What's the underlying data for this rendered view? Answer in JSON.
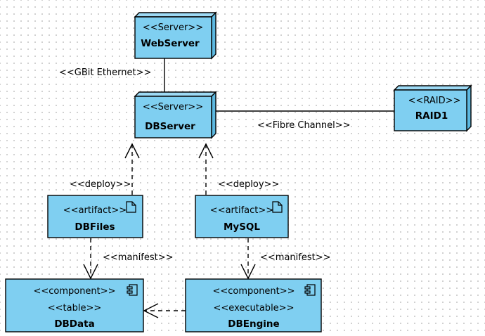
{
  "nodes": {
    "webserver": {
      "stereotype": "<<Server>>",
      "name": "WebServer"
    },
    "dbserver": {
      "stereotype": "<<Server>>",
      "name": "DBServer"
    },
    "raid1": {
      "stereotype": "<<RAID>>",
      "name": "RAID1"
    }
  },
  "artifacts": {
    "dbfiles": {
      "stereotype": "<<artifact>>",
      "name": "DBFiles"
    },
    "mysql": {
      "stereotype": "<<artifact>>",
      "name": "MySQL"
    }
  },
  "components": {
    "dbdata": {
      "stereotype": "<<component>>",
      "stereotype2": "<<table>>",
      "name": "DBData"
    },
    "dbengine": {
      "stereotype": "<<component>>",
      "stereotype2": "<<executable>>",
      "name": "DBEngine"
    }
  },
  "connections": {
    "web_db": "<<GBit Ethernet>>",
    "db_raid": "<<Fibre Channel>>",
    "deploy_dbfiles": "<<deploy>>",
    "deploy_mysql": "<<deploy>>",
    "manifest_dbfiles": "<<manifest>>",
    "manifest_mysql": "<<manifest>>"
  },
  "colors": {
    "fill": "#7fcff1",
    "stroke": "#000000",
    "grid": "#c4c4c4"
  }
}
